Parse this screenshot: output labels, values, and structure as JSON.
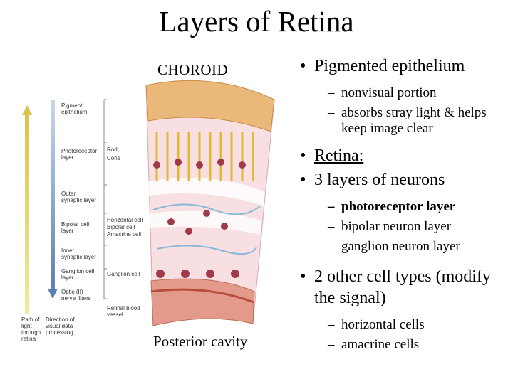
{
  "title": "Layers of Retina",
  "figure": {
    "top_label": "CHOROID",
    "bottom_label": "Posterior cavity",
    "left_labels": [
      "Pigment epithelium",
      "Photoreceptor layer",
      "Outer synaptic layer",
      "Bipolar cell layer",
      "Inner synaptic layer",
      "Ganglion cell layer",
      "Optic (II) nerve fibers"
    ],
    "cell_labels": [
      "Rod",
      "Cone",
      "Horizontal cell",
      "Bipolar cell",
      "Amacrine cell",
      "Ganglion cell",
      "Retinal blood vessel"
    ],
    "arrow_labels": [
      "Path of light through retina",
      "Direction of visual data processing"
    ]
  },
  "bullets": {
    "b1": "Pigmented epithelium",
    "b1_sub": [
      "nonvisual portion",
      "absorbs stray light & helps keep image clear"
    ],
    "b2": "Retina:",
    "b3": "3 layers of neurons",
    "b3_sub": [
      "photoreceptor layer",
      "bipolar neuron layer",
      "ganglion neuron layer"
    ],
    "b4": "2 other cell types (modify the signal)",
    "b4_sub": [
      "horizontal cells",
      "amacrine cells"
    ]
  }
}
